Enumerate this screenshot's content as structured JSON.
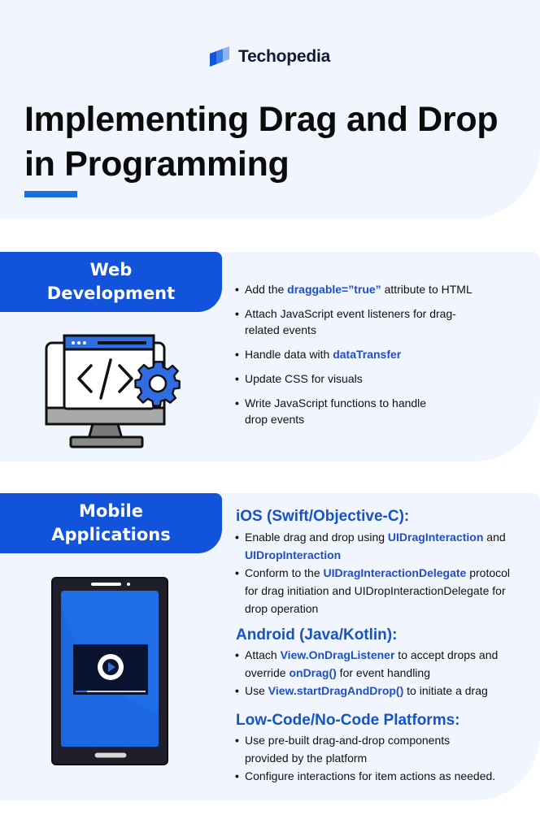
{
  "brand": {
    "name": "Techopedia",
    "logo_icon": "techopedia-logo-icon",
    "colors": {
      "primary": "#1153da",
      "accent_bar": "#1a6fd9",
      "highlight_text": "#1e4fc5",
      "panel_bg": "#f1f5fd"
    }
  },
  "header": {
    "title_line1": "Implementing Drag and Drop",
    "title_line2": "in Programming"
  },
  "sections": {
    "web": {
      "tag_line1": "Web",
      "tag_line2": "Development",
      "illustration": "monitor-code-gear-icon",
      "bullets": [
        {
          "pre": "Add the ",
          "hl": "draggable=”true”",
          "post": " attribute to HTML"
        },
        {
          "pre": "Attach JavaScript event listeners for drag-related events"
        },
        {
          "pre": "Handle data with ",
          "hl": "dataTransfer"
        },
        {
          "pre": "Update CSS for visuals"
        },
        {
          "pre": "Write JavaScript functions to handle drop events"
        }
      ]
    },
    "mobile": {
      "tag_line1": "Mobile",
      "tag_line2": "Applications",
      "illustration": "smartphone-video-play-icon",
      "ios": {
        "heading": "iOS (Swift/Objective-C):",
        "bullets": [
          {
            "pre": "Enable drag and drop using ",
            "hl": "UIDragInteraction",
            "mid": " and ",
            "hl2": "UIDropInteraction"
          },
          {
            "pre": "Conform to the ",
            "hl": "UIDragInteractionDelegate",
            "post": " protocol for drag initiation and UIDropInteractionDelegate for drop operation"
          }
        ]
      },
      "android": {
        "heading": "Android (Java/Kotlin):",
        "bullets": [
          {
            "pre": "Attach ",
            "hl": "View.OnDragListener",
            "mid": " to accept drops and override ",
            "hl2": "onDrag()",
            "post": " for event handling"
          },
          {
            "pre": "Use ",
            "hl": "View.startDragAndDrop()",
            "post": " to initiate a drag"
          }
        ]
      },
      "lowcode": {
        "heading": "Low-Code/No-Code Platforms:",
        "bullets": [
          {
            "pre": "Use pre-built drag-and-drop components provided by the platform"
          },
          {
            "pre": "Configure interactions for item actions as needed."
          }
        ]
      }
    }
  }
}
